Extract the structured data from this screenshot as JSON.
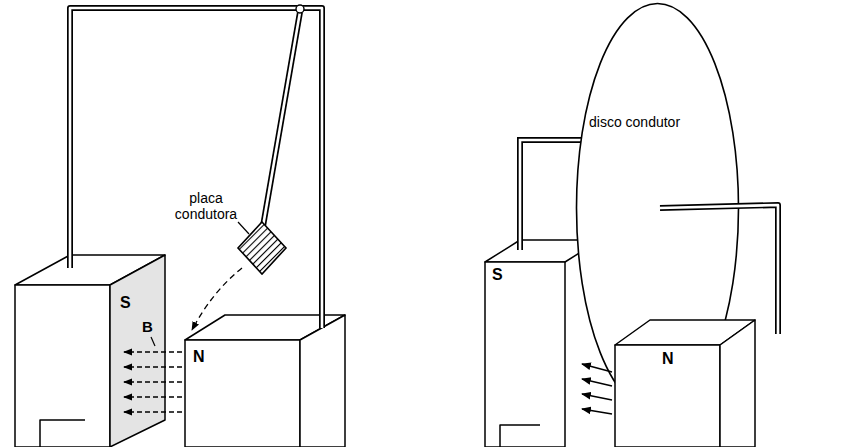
{
  "diagram": {
    "nodes": [
      {
        "text": [
          "disco condutor"
        ]
      }
    ],
    "labels": [
      "placa condutora",
      "B",
      "S",
      "N",
      "S",
      "N"
    ]
  }
}
